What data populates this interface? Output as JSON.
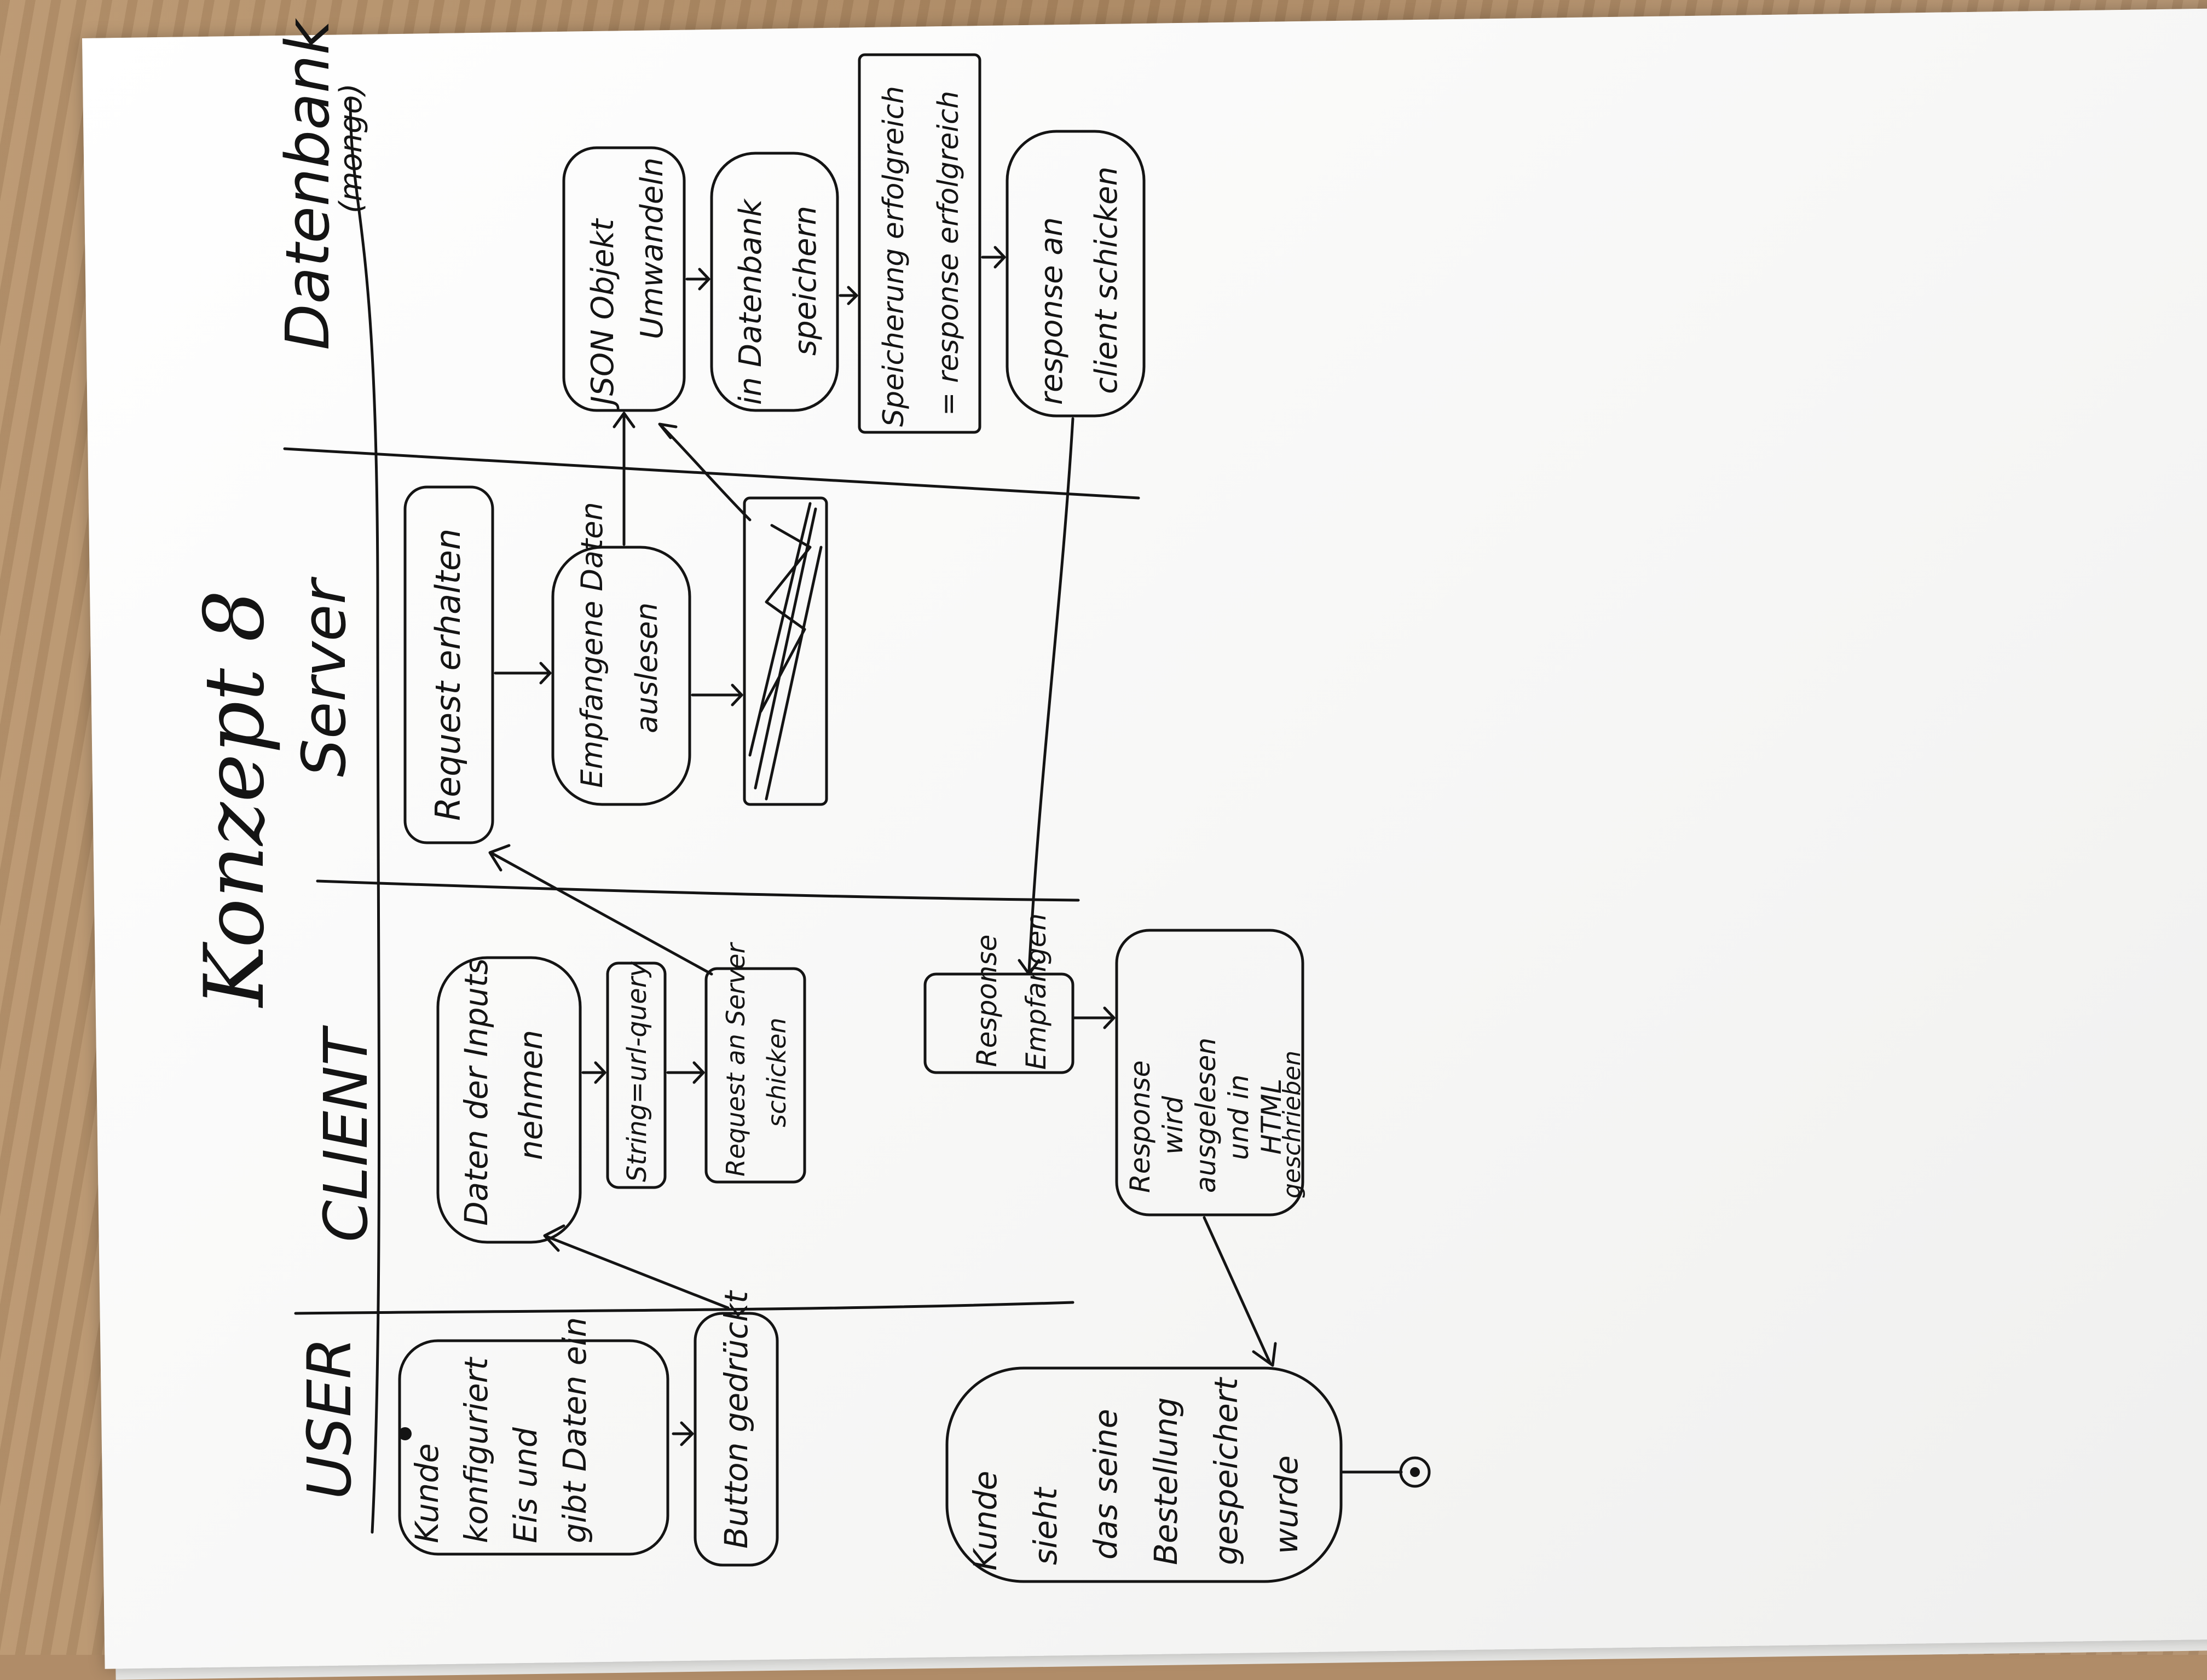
{
  "title": "Konzept 8",
  "lanes": {
    "user": "USER",
    "client": "CLIENT",
    "server": "Server",
    "database": "Datenbank",
    "database_sub": "(mongo)"
  },
  "nodes": {
    "kunde_konfiguriert": [
      "Kunde",
      "konfiguriert",
      "Eis und",
      "gibt Daten ein"
    ],
    "button_gedrueckt": [
      "Button gedrückt"
    ],
    "kunde_sieht": [
      "Kunde",
      "sieht",
      "das seine",
      "Bestellung",
      "gespeichert",
      "wurde"
    ],
    "daten_inputs": [
      "Daten der Inputs",
      "nehmen"
    ],
    "querystring": [
      "String=url-query"
    ],
    "request_senden": [
      "Request an Server",
      "schicken"
    ],
    "response_empfangen": [
      "Response",
      "Empfangen"
    ],
    "response_ausgelesen": [
      "Response",
      "wird",
      "ausgelesen",
      "und in",
      "HTML",
      "geschrieben"
    ],
    "request_erhalten": [
      "Request erhalten"
    ],
    "daten_auslesen": [
      "Empfangene Daten",
      "auslesen"
    ],
    "json_objekt": [
      "JSON Objekt",
      "Umwandeln"
    ],
    "in_datenbank": [
      "in Datenbank",
      "speichern"
    ],
    "speicherung": [
      "Speicherung erfolgreich",
      "= response erfolgreich"
    ],
    "response_senden": [
      "response an",
      "client schicken"
    ]
  }
}
